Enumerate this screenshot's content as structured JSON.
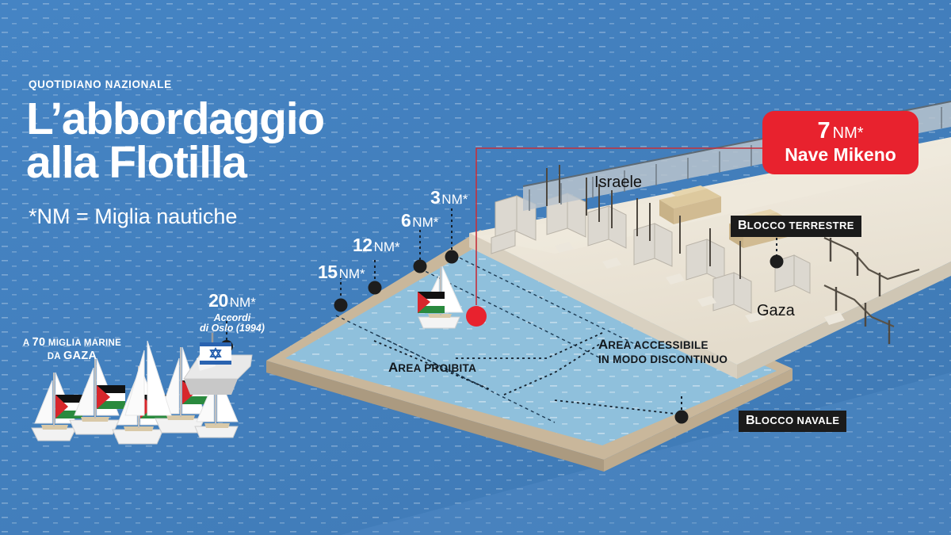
{
  "brand": {
    "kicker": "QUOTIDIANO NAZIONALE"
  },
  "header": {
    "title_line1": "L’abbordaggio",
    "title_line2": "alla Flotilla",
    "subtitle": "*NM = Miglia nautiche"
  },
  "callout": {
    "distance": "7",
    "unit": "NM*",
    "ship_name": "Nave Mikeno",
    "color": "#e8222e"
  },
  "distance_markers": [
    {
      "value": "20",
      "unit": "NM*",
      "note_line1": "Accordi",
      "note_line2": "di Oslo (1994)"
    },
    {
      "value": "15",
      "unit": "NM*"
    },
    {
      "value": "12",
      "unit": "NM*"
    },
    {
      "value": "6",
      "unit": "NM*"
    },
    {
      "value": "3",
      "unit": "NM*"
    }
  ],
  "far_note": {
    "prefix": "A",
    "number": "70",
    "line1_rest": "MIGLIA MARINE",
    "line2_prefix": "DA",
    "line2_place": "GAZA"
  },
  "zones": {
    "forbidden": {
      "cap": "A",
      "rest": "REA PROIBITA"
    },
    "intermittent_line1_cap": "A",
    "intermittent_line1_rest": "REA ACCESSIBILE",
    "intermittent_line2": "IN MODO DISCONTINUO"
  },
  "places": {
    "israel": "Israele",
    "gaza": "Gaza"
  },
  "badges": {
    "land_blockade": {
      "cap": "B",
      "rest": "LOCCO TERRESTRE"
    },
    "naval_blockade": {
      "cap": "B",
      "rest": "LOCCO NAVALE"
    }
  },
  "colors": {
    "background_sea": "#4584c4",
    "restricted_water": "#8fc0dc",
    "sand_border": "#c9b79b",
    "land": "#efe9dd",
    "marker_dot": "#1d1d1d",
    "red_accent": "#e8222e",
    "tank": "#d6c298"
  },
  "chart_data": {
    "type": "map",
    "title": "L’abbordaggio alla Flotilla",
    "annotations": [
      "20 NM* Accordi di Oslo (1994)",
      "15 NM*",
      "12 NM*",
      "6 NM*",
      "3 NM*",
      "7 NM* Nave Mikeno",
      "A 70 MIGLIA MARINE DA GAZA"
    ]
  }
}
